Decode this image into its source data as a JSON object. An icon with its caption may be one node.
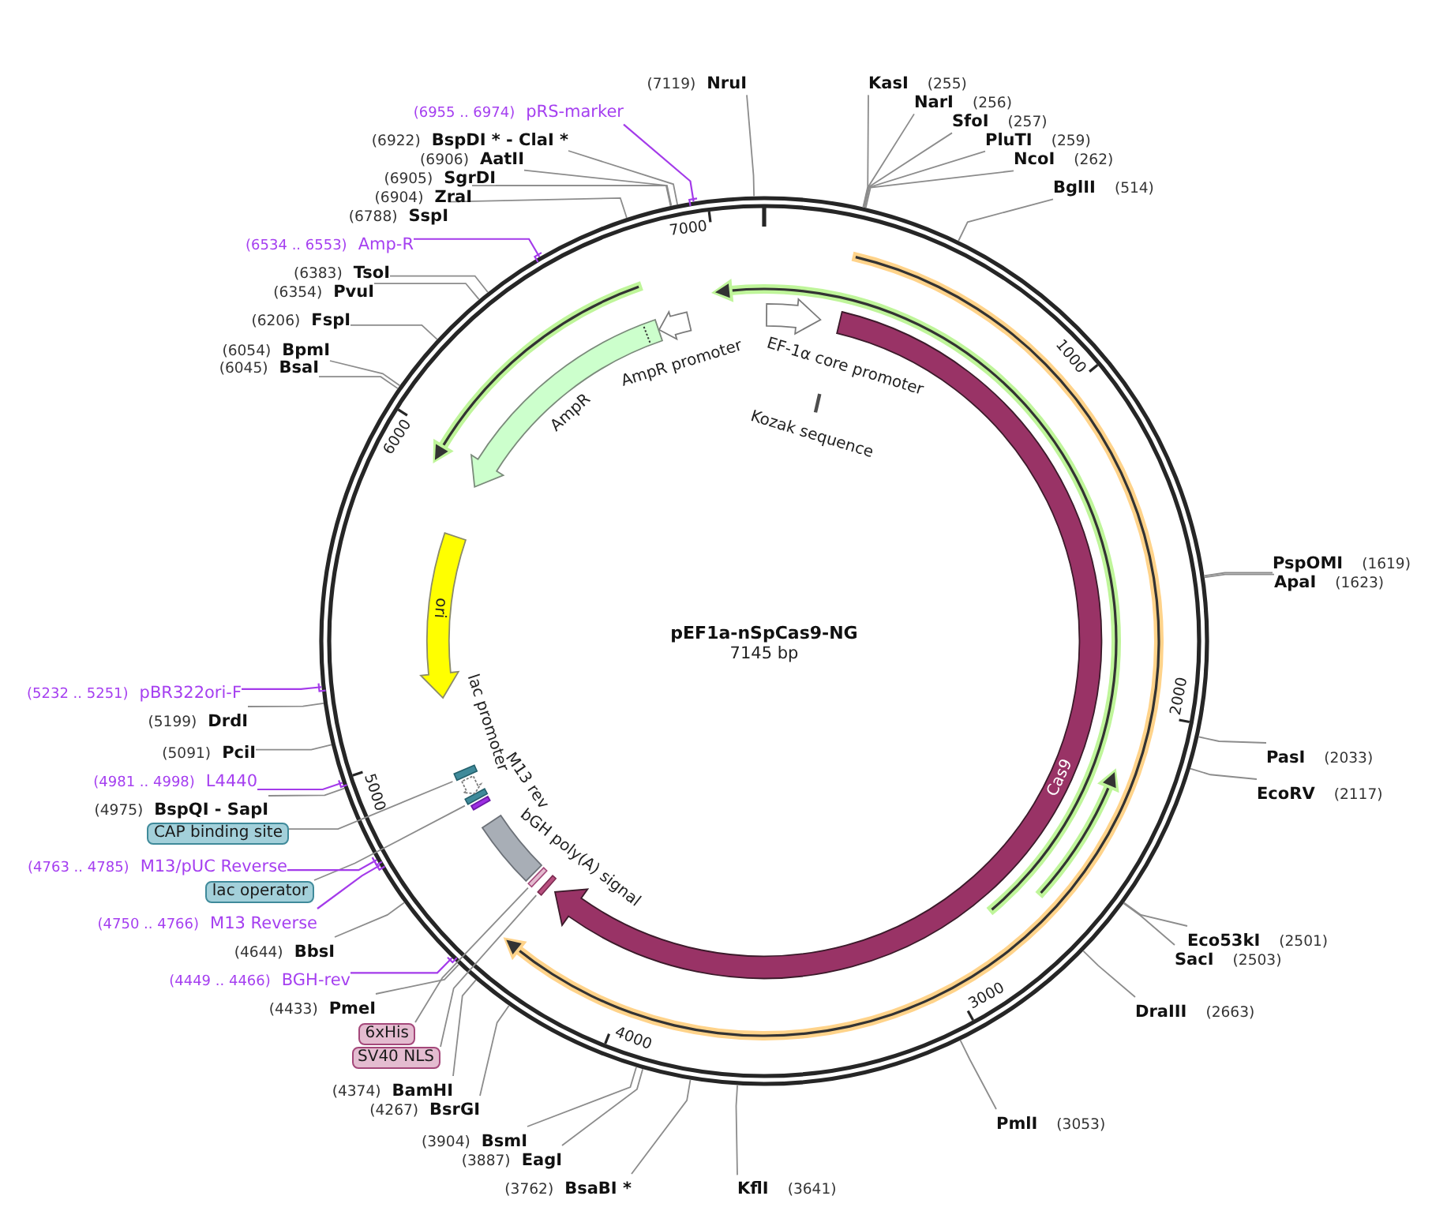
{
  "diagram": {
    "title": "pEF1a-nSpCas9-NG",
    "nodes": [
      {
        "text": [
          "KasI"
        ],
        "beside": [
          "(255)"
        ]
      },
      {
        "text": [
          "NarI"
        ],
        "beside": [
          "(256)"
        ]
      },
      {
        "text": [
          "SfoI"
        ],
        "beside": [
          "(257)"
        ]
      },
      {
        "text": [
          "PluTI"
        ],
        "beside": [
          "(259)"
        ]
      },
      {
        "text": [
          "NcoI"
        ],
        "beside": [
          "(262)"
        ]
      },
      {
        "text": [
          "BglII"
        ],
        "beside": [
          "(514)"
        ]
      },
      {
        "text": [
          "PspOMI"
        ],
        "beside": [
          "(1619)"
        ]
      },
      {
        "text": [
          "ApaI"
        ],
        "beside": [
          "(1623)"
        ]
      },
      {
        "text": [
          "PasI"
        ],
        "beside": [
          "(2033)"
        ]
      },
      {
        "text": [
          "EcoRV"
        ],
        "beside": [
          "(2117)"
        ]
      },
      {
        "text": [
          "Eco53kI"
        ],
        "beside": [
          "(2501)"
        ]
      },
      {
        "text": [
          "SacI"
        ],
        "beside": [
          "(2503)"
        ]
      },
      {
        "text": [
          "DraIII"
        ],
        "beside": [
          "(2663)"
        ]
      },
      {
        "text": [
          "PmlI"
        ],
        "beside": [
          "(3053)"
        ]
      },
      {
        "text": [
          "KflI"
        ],
        "beside": [
          "(3641)"
        ]
      },
      {
        "text": [
          "BsaBI *"
        ],
        "beside": [
          "(3762)"
        ]
      },
      {
        "text": [
          "EagI"
        ],
        "beside": [
          "(3887)"
        ]
      },
      {
        "text": [
          "BsmI"
        ],
        "beside": [
          "(3904)"
        ]
      },
      {
        "text": [
          "BsrGI"
        ],
        "beside": [
          "(4267)"
        ]
      },
      {
        "text": [
          "BamHI"
        ],
        "beside": [
          "(4374)"
        ]
      },
      {
        "text": [
          "SV40 NLS"
        ]
      },
      {
        "text": [
          "6xHis"
        ]
      },
      {
        "text": [
          "PmeI"
        ],
        "beside": [
          "(4433)"
        ]
      },
      {
        "text": [
          "BGH-rev"
        ],
        "beside": [
          "(4449 .. 4466)"
        ]
      },
      {
        "text": [
          "BbsI"
        ],
        "beside": [
          "(4644)"
        ]
      },
      {
        "text": [
          "M13 Reverse"
        ],
        "beside": [
          "(4750 .. 4766)"
        ]
      },
      {
        "text": [
          "lac operator"
        ]
      },
      {
        "text": [
          "M13/pUC Reverse"
        ],
        "beside": [
          "(4763 .. 4785)"
        ]
      },
      {
        "text": [
          "CAP binding site"
        ]
      },
      {
        "text": [
          "BspQI - SapI"
        ],
        "beside": [
          "(4975)"
        ]
      },
      {
        "text": [
          "L4440"
        ],
        "beside": [
          "(4981 .. 4998)"
        ]
      },
      {
        "text": [
          "PciI"
        ],
        "beside": [
          "(5091)"
        ]
      },
      {
        "text": [
          "DrdI"
        ],
        "beside": [
          "(5199)"
        ]
      },
      {
        "text": [
          "pBR322ori-F"
        ],
        "beside": [
          "(5232 .. 5251)"
        ]
      },
      {
        "text": [
          "BsaI"
        ],
        "beside": [
          "(6045)"
        ]
      },
      {
        "text": [
          "BpmI"
        ],
        "beside": [
          "(6054)"
        ]
      },
      {
        "text": [
          "FspI"
        ],
        "beside": [
          "(6206)"
        ]
      },
      {
        "text": [
          "PvuI"
        ],
        "beside": [
          "(6354)"
        ]
      },
      {
        "text": [
          "TsoI"
        ],
        "beside": [
          "(6383)"
        ]
      },
      {
        "text": [
          "Amp-R"
        ],
        "beside": [
          "(6534 .. 6553)"
        ]
      },
      {
        "text": [
          "SspI"
        ],
        "beside": [
          "(6788)"
        ]
      },
      {
        "text": [
          "ZraI"
        ],
        "beside": [
          "(6904)"
        ]
      },
      {
        "text": [
          "SgrDI"
        ],
        "beside": [
          "(6905)"
        ]
      },
      {
        "text": [
          "AatII"
        ],
        "beside": [
          "(6906)"
        ]
      },
      {
        "text": [
          "BspDI * - ClaI *"
        ],
        "beside": [
          "(6922)"
        ]
      },
      {
        "text": [
          "pRS-marker"
        ],
        "beside": [
          "(6955 .. 6974)"
        ]
      },
      {
        "text": [
          "NruI"
        ],
        "beside": [
          "(7119)"
        ]
      },
      {
        "text": [
          "EF-1α core promoter"
        ]
      },
      {
        "text": [
          "Kozak sequence"
        ]
      },
      {
        "text": [
          "Cas9"
        ]
      },
      {
        "text": [],
        "shape": "bar"
      },
      {
        "text": [],
        "shape": "bar"
      },
      {
        "text": [
          "bGH poly(A) signal"
        ]
      },
      {
        "text": [
          "M13 rev"
        ]
      },
      {
        "text": [],
        "shape": "bar"
      },
      {
        "text": [
          "lac promoter"
        ]
      },
      {
        "text": [],
        "shape": "bar"
      },
      {
        "text": [
          "ori"
        ]
      },
      {
        "text": [
          "AmpR"
        ]
      },
      {
        "text": [
          "AmpR promoter"
        ]
      }
    ],
    "edges": [
      {
        "from": 0,
        "to": null,
        "arrow": "none"
      },
      {
        "from": 1,
        "to": null,
        "arrow": "none"
      },
      {
        "from": 2,
        "to": null,
        "arrow": "none"
      },
      {
        "from": 3,
        "to": null,
        "arrow": "none"
      },
      {
        "from": 4,
        "to": null,
        "arrow": "none"
      },
      {
        "from": 5,
        "to": null,
        "arrow": "none"
      },
      {
        "from": 6,
        "to": null,
        "arrow": "none"
      },
      {
        "from": 7,
        "to": null,
        "arrow": "none"
      },
      {
        "from": 8,
        "to": null,
        "arrow": "none"
      },
      {
        "from": 9,
        "to": null,
        "arrow": "none"
      },
      {
        "from": 10,
        "to": null,
        "arrow": "none"
      },
      {
        "from": 11,
        "to": null,
        "arrow": "none"
      },
      {
        "from": 12,
        "to": null,
        "arrow": "none"
      },
      {
        "from": 13,
        "to": null,
        "arrow": "none"
      },
      {
        "from": 14,
        "to": null,
        "arrow": "none"
      },
      {
        "from": 15,
        "to": null,
        "arrow": "none"
      },
      {
        "from": 16,
        "to": null,
        "arrow": "none"
      },
      {
        "from": 17,
        "to": null,
        "arrow": "none"
      },
      {
        "from": 18,
        "to": null,
        "arrow": "none"
      },
      {
        "from": 19,
        "to": null,
        "arrow": "none"
      },
      {
        "from": 20,
        "to": 50,
        "arrow": "none"
      },
      {
        "from": 21,
        "to": 51,
        "arrow": "none"
      },
      {
        "from": 22,
        "to": null,
        "arrow": "none"
      },
      {
        "from": 23,
        "to": null,
        "arrow": "none",
        "color": "#a43bea"
      },
      {
        "from": 24,
        "to": null,
        "arrow": "none"
      },
      {
        "from": 25,
        "to": null,
        "arrow": "none",
        "color": "#a43bea"
      },
      {
        "from": 26,
        "to": 54,
        "arrow": "none"
      },
      {
        "from": 27,
        "to": null,
        "arrow": "none",
        "color": "#a43bea"
      },
      {
        "from": 28,
        "to": 56,
        "arrow": "none"
      },
      {
        "from": 29,
        "to": null,
        "arrow": "none"
      },
      {
        "from": 30,
        "to": null,
        "arrow": "none",
        "color": "#a43bea"
      },
      {
        "from": 31,
        "to": null,
        "arrow": "none"
      },
      {
        "from": 32,
        "to": null,
        "arrow": "none"
      },
      {
        "from": 33,
        "to": null,
        "arrow": "none",
        "color": "#a43bea"
      },
      {
        "from": 34,
        "to": null,
        "arrow": "none"
      },
      {
        "from": 35,
        "to": null,
        "arrow": "none"
      },
      {
        "from": 36,
        "to": null,
        "arrow": "none"
      },
      {
        "from": 37,
        "to": null,
        "arrow": "none"
      },
      {
        "from": 38,
        "to": null,
        "arrow": "none"
      },
      {
        "from": 39,
        "to": null,
        "arrow": "none",
        "color": "#a43bea"
      },
      {
        "from": 40,
        "to": null,
        "arrow": "none"
      },
      {
        "from": 41,
        "to": null,
        "arrow": "none"
      },
      {
        "from": 42,
        "to": null,
        "arrow": "none"
      },
      {
        "from": 43,
        "to": null,
        "arrow": "none"
      },
      {
        "from": 44,
        "to": null,
        "arrow": "none"
      },
      {
        "from": 45,
        "to": null,
        "arrow": "none",
        "color": "#a43bea"
      },
      {
        "from": 46,
        "to": null,
        "arrow": "none"
      }
    ],
    "labels": [
      "7000",
      "1000",
      "6000",
      "7145 bp",
      "2000",
      "5000",
      "3000",
      "4000"
    ]
  }
}
